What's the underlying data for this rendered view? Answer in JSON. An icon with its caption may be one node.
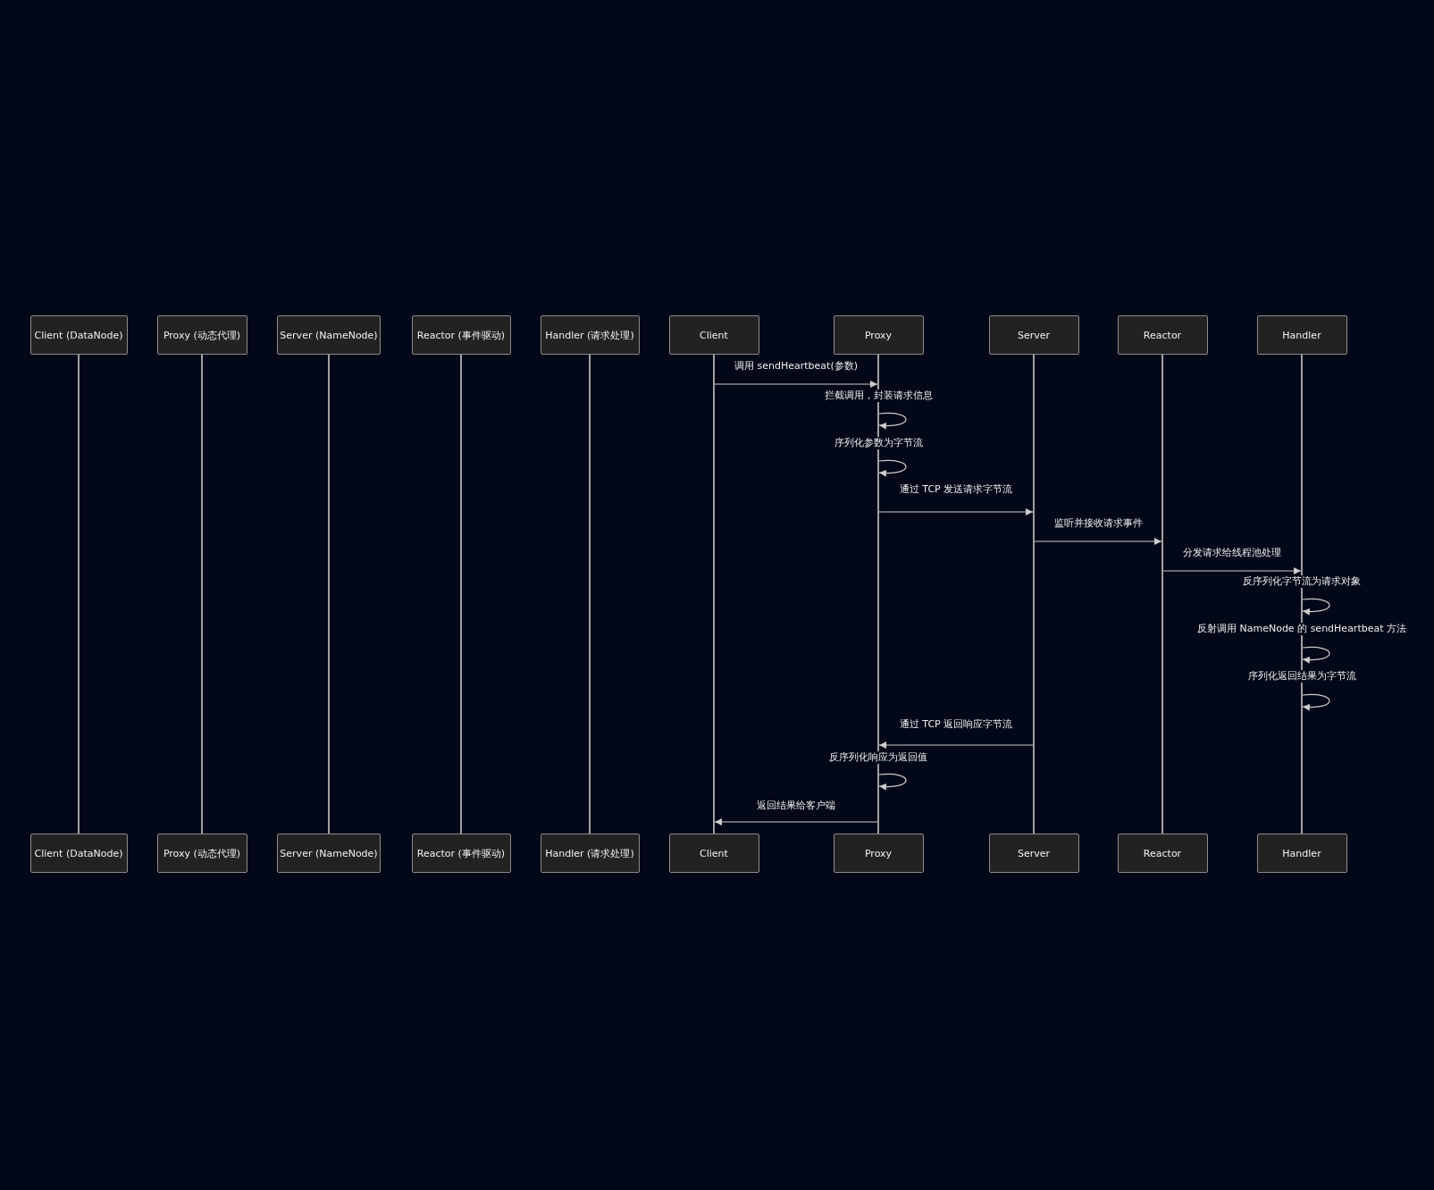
{
  "diagram": {
    "nodes": [
      {
        "text": [
          "Client (DataNode)"
        ]
      },
      {
        "text": [
          "Proxy (动态代理)"
        ]
      },
      {
        "text": [
          "Server (NameNode)"
        ]
      },
      {
        "text": [
          "Reactor (事件驱动)"
        ]
      },
      {
        "text": [
          "Handler (请求处理)"
        ]
      },
      {
        "text": [
          "Client"
        ]
      },
      {
        "text": [
          "Proxy"
        ]
      },
      {
        "text": [
          "Server"
        ]
      },
      {
        "text": [
          "Reactor"
        ]
      },
      {
        "text": [
          "Handler"
        ]
      },
      {
        "text": [
          "Client (DataNode)"
        ]
      },
      {
        "text": [
          "Proxy (动态代理)"
        ]
      },
      {
        "text": [
          "Server (NameNode)"
        ]
      },
      {
        "text": [
          "Reactor (事件驱动)"
        ]
      },
      {
        "text": [
          "Handler (请求处理)"
        ]
      },
      {
        "text": [
          "Client"
        ]
      },
      {
        "text": [
          "Proxy"
        ]
      },
      {
        "text": [
          "Server"
        ]
      },
      {
        "text": [
          "Reactor"
        ]
      },
      {
        "text": [
          "Handler"
        ]
      },
      {
        "text": [],
        "shape": "line"
      },
      {
        "text": [],
        "shape": "line"
      },
      {
        "text": [],
        "shape": "line"
      },
      {
        "text": [],
        "shape": "line"
      },
      {
        "text": [],
        "shape": "line"
      },
      {
        "text": [],
        "shape": "line"
      },
      {
        "text": [],
        "shape": "line"
      },
      {
        "text": [],
        "shape": "line"
      },
      {
        "text": [],
        "shape": "line"
      },
      {
        "text": [],
        "shape": "line"
      }
    ],
    "edges": [
      {
        "from": 25,
        "to": 26,
        "arrow": "to",
        "label": "调用 sendHeartbeat(参数)"
      },
      {
        "from": 26,
        "to": 26,
        "arrow": "to",
        "label": "拦截调用，封装请求信息"
      },
      {
        "from": 26,
        "to": 26,
        "arrow": "to",
        "label": "序列化参数为字节流"
      },
      {
        "from": 26,
        "to": 27,
        "arrow": "to",
        "label": "通过 TCP 发送请求字节流"
      },
      {
        "from": 27,
        "to": 28,
        "arrow": "to",
        "label": "监听并接收请求事件"
      },
      {
        "from": 28,
        "to": 29,
        "arrow": "to",
        "label": "分发请求给线程池处理"
      },
      {
        "from": 29,
        "to": 29,
        "arrow": "to",
        "label": "反序列化字节流为请求对象"
      },
      {
        "from": 29,
        "to": 29,
        "arrow": "to",
        "label": "反射调用 NameNode 的 sendHeartbeat 方法"
      },
      {
        "from": 29,
        "to": 29,
        "arrow": "to",
        "label": "序列化返回结果为字节流"
      },
      {
        "from": 27,
        "to": 26,
        "arrow": "to",
        "label": "通过 TCP 返回响应字节流"
      },
      {
        "from": 26,
        "to": 26,
        "arrow": "to",
        "label": "反序列化响应为返回值"
      },
      {
        "from": 26,
        "to": 25,
        "arrow": "to",
        "label": "返回结果给客户端"
      }
    ]
  }
}
